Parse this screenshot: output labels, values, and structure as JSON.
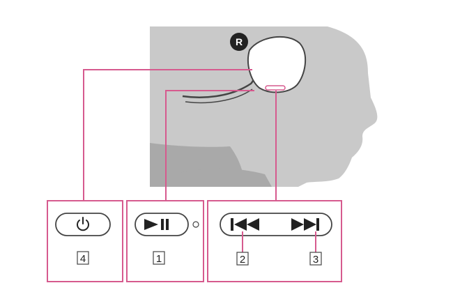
{
  "colors": {
    "callout_line": "#d65a8e",
    "silhouette": "#c9c9c9",
    "silhouette_dark": "#a9a9a9",
    "device_fill": "#ffffff",
    "device_stroke": "#444444",
    "badge": "#222222"
  },
  "side_badge": {
    "text": "R"
  },
  "panels": [
    {
      "id": "power",
      "buttons": [
        {
          "icon": "power-icon",
          "label": "4"
        }
      ]
    },
    {
      "id": "play-pause",
      "buttons": [
        {
          "icon": "play-pause-icon",
          "label": "1"
        }
      ]
    },
    {
      "id": "track-skip",
      "buttons": [
        {
          "icon": "previous-track-icon",
          "label": "2"
        },
        {
          "icon": "next-track-icon",
          "label": "3"
        }
      ]
    }
  ]
}
